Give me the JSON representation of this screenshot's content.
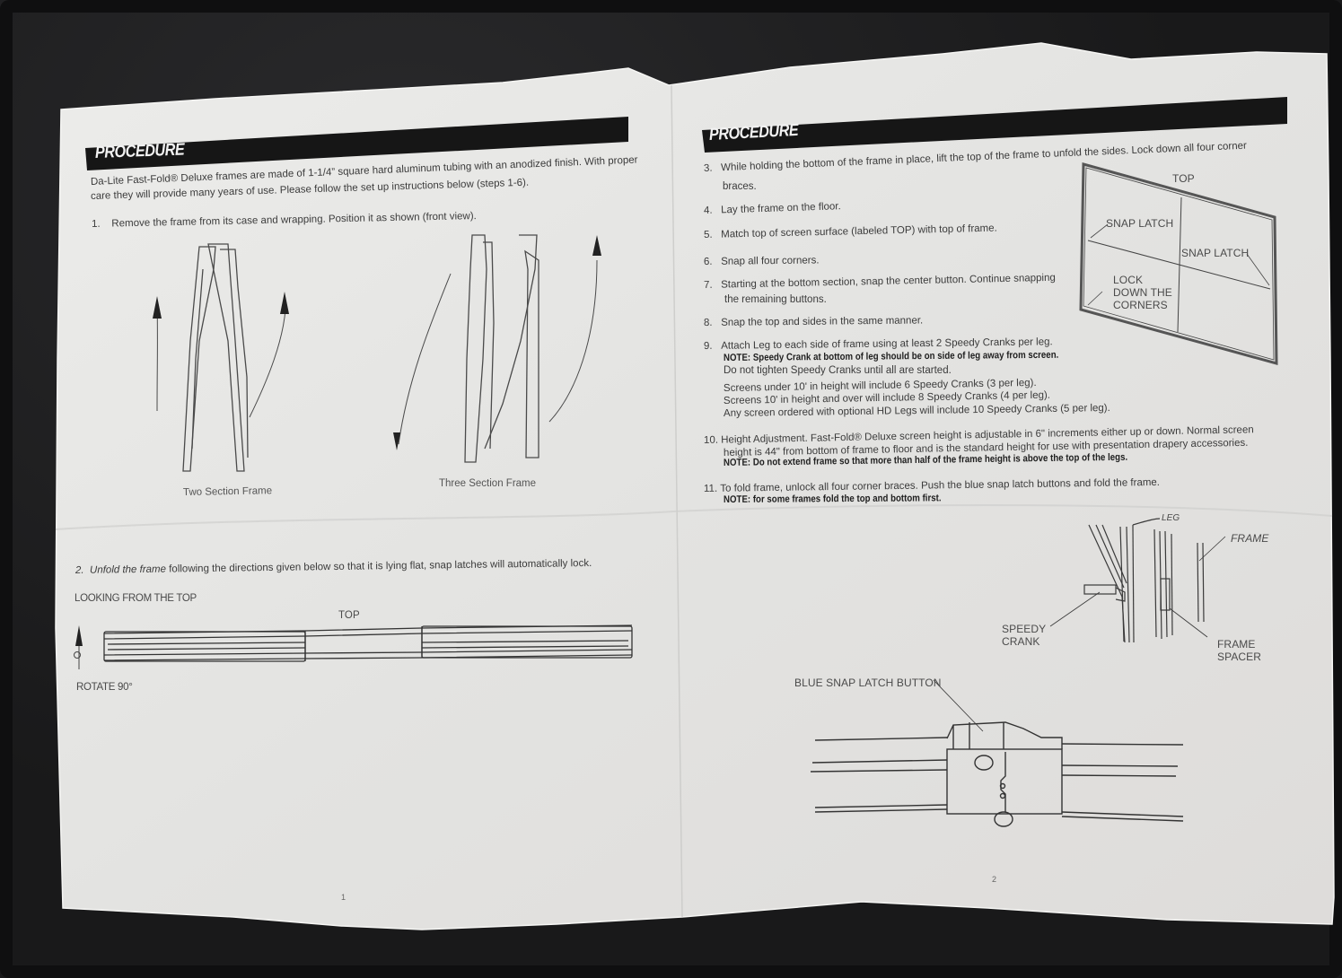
{
  "document": {
    "type": "Assembly instruction sheet (photographed)",
    "background_color": "#1a1a1b",
    "paper_color": "#e6e6e4",
    "band_color": "#161616"
  },
  "left_page": {
    "header": "PROCEDURE",
    "intro_line1": "Da-Lite Fast-Fold® Deluxe frames are made of 1-1/4” square hard aluminum tubing with an anodized finish. With proper",
    "intro_line2": "care they will provide many years of use.  Please follow the set up instructions below (steps 1-6).",
    "step1": {
      "num": "1.",
      "text": "Remove the frame from its case and wrapping.  Position it as shown (front view)."
    },
    "figure1": {
      "caption_left": "Two Section Frame",
      "caption_right": "Three Section Frame"
    },
    "step2": {
      "num": "2.",
      "text_italic": "Unfold the frame",
      "text": " following the directions given below so that it is lying flat, snap latches will automatically lock."
    },
    "figure2": {
      "label_view": "LOOKING FROM THE TOP",
      "label_top": "TOP",
      "label_rotate": "ROTATE 90°"
    },
    "page_number": "1"
  },
  "right_page": {
    "header": "PROCEDURE",
    "steps": [
      {
        "num": "3.",
        "line1": "While holding the bottom of the frame in place, lift the top of the frame to unfold the sides. Lock down all four corner",
        "line2": "braces."
      },
      {
        "num": "4.",
        "line1": "Lay the frame on the floor."
      },
      {
        "num": "5.",
        "line1": "Match top of screen surface (labeled TOP) with top of frame."
      },
      {
        "num": "6.",
        "line1": "Snap all four corners."
      },
      {
        "num": "7.",
        "line1": "Starting at the bottom section, snap the center button. Continue snapping",
        "line2": "the remaining buttons."
      },
      {
        "num": "8.",
        "line1": "Snap the top and sides in the same manner."
      },
      {
        "num": "9.",
        "line1": "Attach Leg to each side of frame using at least 2 Speedy Cranks per leg.",
        "note": "NOTE: Speedy Crank at bottom of leg should be on side of leg away from screen.",
        "line2": "Do not tighten Speedy Cranks until all are started.",
        "line3": "Screens under 10' in height will include 6 Speedy Cranks (3 per leg).",
        "line4": "Screens 10' in height and over will include 8 Speedy Cranks (4 per leg).",
        "line5": "Any screen ordered with optional HD Legs will include 10 Speedy Cranks (5 per leg)."
      },
      {
        "num": "10.",
        "line1": "Height Adjustment.  Fast-Fold® Deluxe screen height is adjustable in 6\" increments either up or down. Normal screen",
        "line2": "height is 44\" from bottom of frame to floor and is the standard height for use with presentation drapery accessories.",
        "note": "NOTE: Do not extend frame so that more than half of the frame height is above the top of the legs."
      },
      {
        "num": "11.",
        "line1": "To fold frame, unlock all four corner braces. Push the blue snap latch buttons and fold the frame.",
        "note": "NOTE: for some frames fold the top and bottom first."
      }
    ],
    "frame_diagram": {
      "top": "TOP",
      "snap_latch_left": "SNAP LATCH",
      "snap_latch_right": "SNAP LATCH",
      "lock_1": "LOCK",
      "lock_2": "DOWN THE",
      "lock_3": "CORNERS"
    },
    "leg_diagram": {
      "leg": "LEG",
      "frame": "FRAME",
      "speedy_1": "SPEEDY",
      "speedy_2": "CRANK",
      "spacer_1": "FRAME",
      "spacer_2": "SPACER"
    },
    "latch_diagram": {
      "label": "BLUE SNAP LATCH BUTTON"
    },
    "page_number": "2"
  }
}
